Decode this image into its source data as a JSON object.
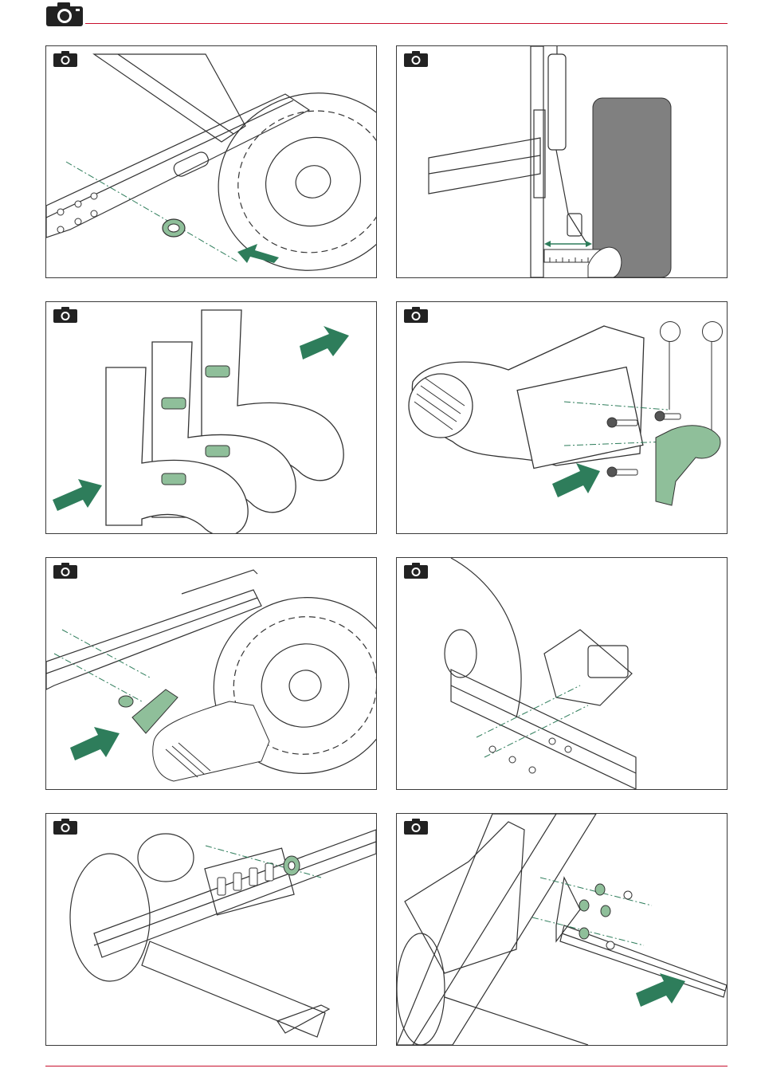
{
  "page": {
    "header_icon": "camera-icon",
    "accent_color": "#c8102e",
    "highlight_color": "#8fbf9a",
    "arrow_color": "#2e7d5b"
  },
  "figures": [
    {
      "id": "fig-1",
      "subject": "axle-washer-insertion",
      "icon": "camera-icon"
    },
    {
      "id": "fig-2",
      "subject": "measurement-to-tyre",
      "icon": "camera-icon"
    },
    {
      "id": "fig-3",
      "subject": "bracket-stack-assembly",
      "icon": "camera-icon"
    },
    {
      "id": "fig-4",
      "subject": "motor-bracket-bolting",
      "icon": "camera-icon",
      "callouts": 2
    },
    {
      "id": "fig-5",
      "subject": "motor-mount-to-frame",
      "icon": "camera-icon"
    },
    {
      "id": "fig-6",
      "subject": "motor-alignment-frame",
      "icon": "camera-icon"
    },
    {
      "id": "fig-7",
      "subject": "frame-washer-fit",
      "icon": "camera-icon"
    },
    {
      "id": "fig-8",
      "subject": "crossbar-fixing",
      "icon": "camera-icon"
    }
  ]
}
